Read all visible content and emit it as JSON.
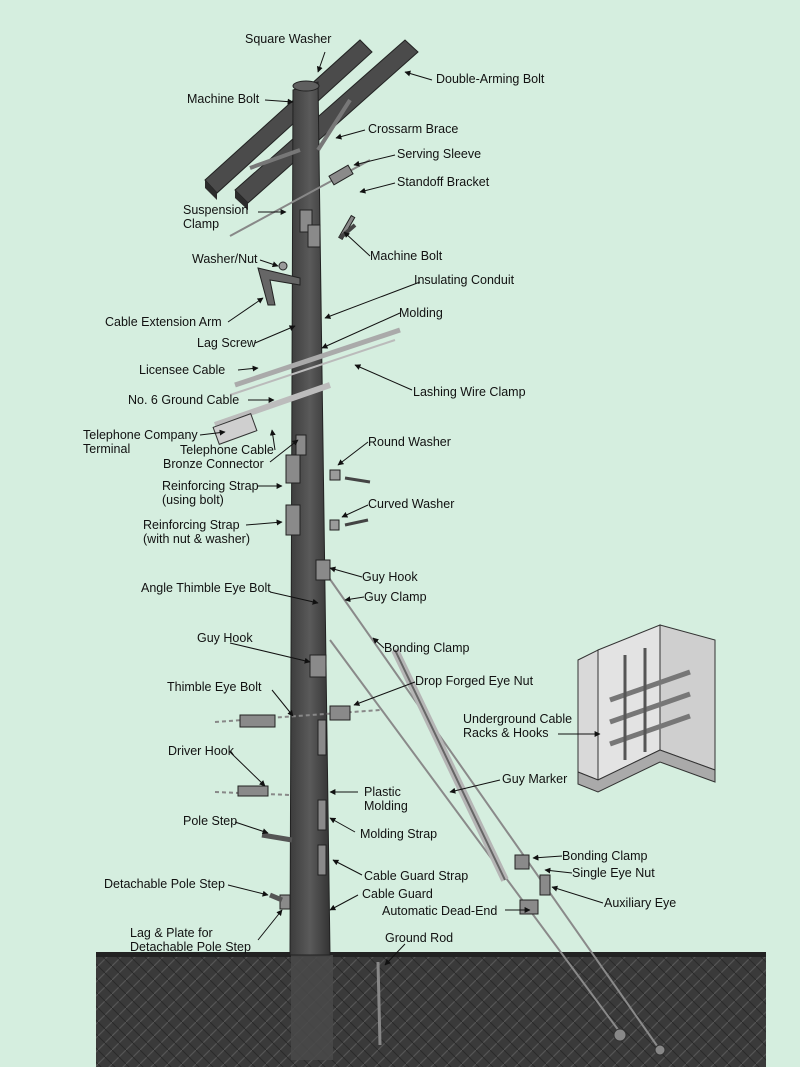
{
  "labels": {
    "square_washer": "Square Washer",
    "double_arming_bolt": "Double-Arming Bolt",
    "machine_bolt_top": "Machine Bolt",
    "crossarm_brace": "Crossarm Brace",
    "serving_sleeve": "Serving Sleeve",
    "standoff_bracket": "Standoff Bracket",
    "suspension_clamp": "Suspension\nClamp",
    "machine_bolt_right": "Machine Bolt",
    "washer_nut": "Washer/Nut",
    "insulating_conduit": "Insulating Conduit",
    "molding": "Molding",
    "cable_extension_arm": "Cable Extension Arm",
    "lag_screw": "Lag Screw",
    "licensee_cable": "Licensee Cable",
    "lashing_wire_clamp": "Lashing Wire Clamp",
    "no6_ground_cable": "No. 6 Ground Cable",
    "telephone_company_terminal": "Telephone Company\nTerminal",
    "telephone_cable": "Telephone Cable",
    "bronze_connector": "Bronze Connector",
    "round_washer": "Round Washer",
    "reinforcing_strap_bolt": "Reinforcing Strap\n(using bolt)",
    "curved_washer": "Curved Washer",
    "reinforcing_strap_nut": "Reinforcing Strap\n(with nut & washer)",
    "guy_hook_right": "Guy Hook",
    "angle_thimble_eye_bolt": "Angle Thimble Eye Bolt",
    "guy_clamp": "Guy Clamp",
    "bonding_clamp_upper": "Bonding Clamp",
    "guy_hook_left": "Guy Hook",
    "drop_forged_eye_nut": "Drop Forged Eye Nut",
    "thimble_eye_bolt": "Thimble Eye Bolt",
    "underground_cable_racks": "Underground Cable\nRacks & Hooks",
    "driver_hook": "Driver Hook",
    "guy_marker": "Guy Marker",
    "plastic_molding": "Plastic\nMolding",
    "pole_step": "Pole Step",
    "molding_strap": "Molding Strap",
    "bonding_clamp_lower": "Bonding Clamp",
    "single_eye_nut": "Single Eye Nut",
    "cable_guard_strap": "Cable Guard Strap",
    "detachable_pole_step": "Detachable Pole Step",
    "cable_guard": "Cable Guard",
    "auxiliary_eye": "Auxiliary Eye",
    "automatic_dead_end": "Automatic Dead-End",
    "lag_plate": "Lag & Plate for\nDetachable Pole Step",
    "ground_rod": "Ground Rod"
  },
  "colors": {
    "background": "#d5eedf",
    "pole": "#4a4a4a",
    "ground": "#333333",
    "hardware": "#7a7a7a",
    "text": "#111111"
  }
}
